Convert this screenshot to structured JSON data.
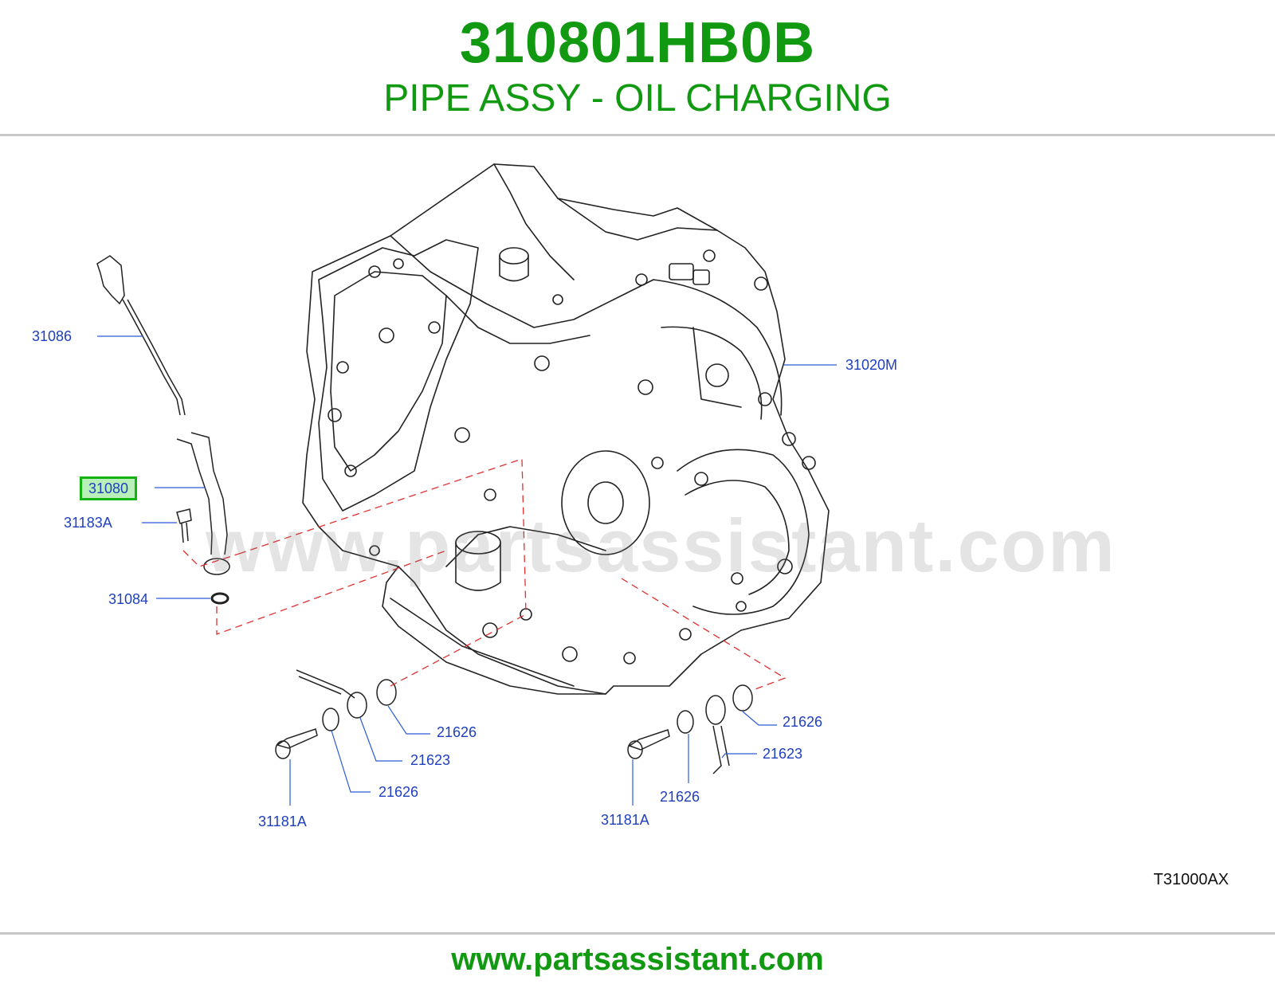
{
  "header": {
    "part_number": "310801HB0B",
    "part_name": "PIPE ASSY - OIL CHARGING"
  },
  "diagram": {
    "watermark": "www.partsassistant.com",
    "drawing_code": "T31000AX",
    "callouts": [
      {
        "label": "31086",
        "highlighted": false
      },
      {
        "label": "31080",
        "highlighted": true
      },
      {
        "label": "31183A",
        "highlighted": false
      },
      {
        "label": "31084",
        "highlighted": false
      },
      {
        "label": "31020M",
        "highlighted": false
      },
      {
        "label": "21626",
        "highlighted": false
      },
      {
        "label": "21623",
        "highlighted": false
      },
      {
        "label": "21626",
        "highlighted": false
      },
      {
        "label": "31181A",
        "highlighted": false
      },
      {
        "label": "21626",
        "highlighted": false
      },
      {
        "label": "21623",
        "highlighted": false
      },
      {
        "label": "21626",
        "highlighted": false
      },
      {
        "label": "31181A",
        "highlighted": false
      }
    ]
  },
  "colors": {
    "brand_green": "#119911",
    "callout_blue": "#1f3fbf",
    "highlight_border": "#13b313",
    "highlight_fill": "#b9f0b9",
    "phantom_red": "#e03030"
  },
  "footer": {
    "url": "www.partsassistant.com"
  }
}
